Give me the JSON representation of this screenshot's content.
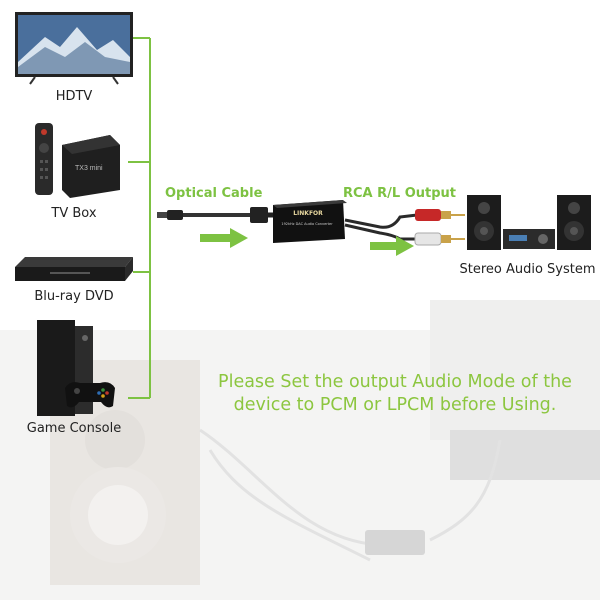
{
  "sources": [
    {
      "label": "HDTV",
      "icon": "tv-icon"
    },
    {
      "label": "TV Box",
      "icon": "tv-box-icon"
    },
    {
      "label": "Blu-ray DVD",
      "icon": "bluray-player-icon"
    },
    {
      "label": "Game Console",
      "icon": "game-console-icon"
    }
  ],
  "converter": {
    "brand": "LINKFOR",
    "model": "192kHz DAC Audio Converter",
    "input_label": "Optical Cable",
    "output_label": "RCA R/L Output"
  },
  "destination": {
    "label": "Stereo Audio System",
    "icon": "stereo-system-icon"
  },
  "note": "Please Set the output Audio Mode of the device to PCM or LPCM before Using.",
  "colors": {
    "accent": "#7dc242",
    "text": "#222222"
  }
}
